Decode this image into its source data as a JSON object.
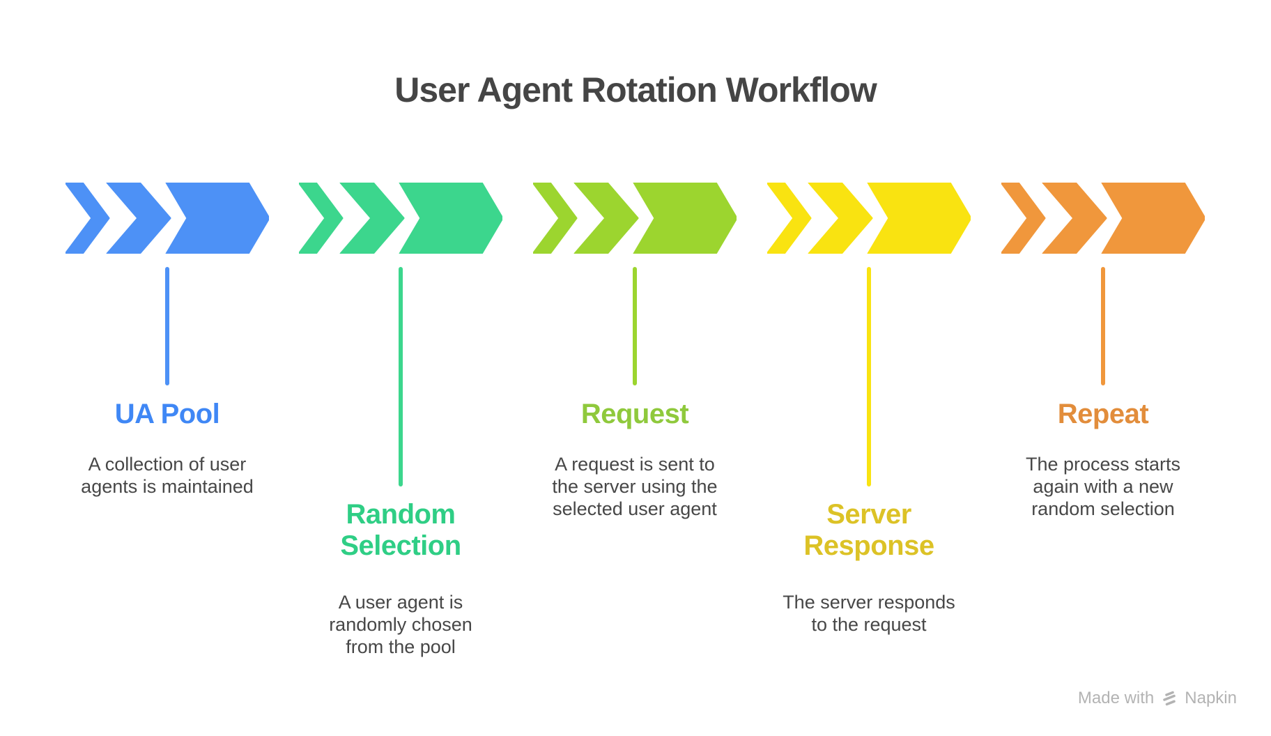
{
  "title": "User Agent Rotation Workflow",
  "stages": [
    {
      "title": "UA Pool",
      "description": "A collection of user\nagents is maintained",
      "arrow_color": "#4D91F6",
      "title_color": "#3F87F5"
    },
    {
      "title": "Random\nSelection",
      "description": "A user agent is\nrandomly chosen\nfrom the pool",
      "arrow_color": "#3CD68D",
      "title_color": "#2FCE85"
    },
    {
      "title": "Request",
      "description": "A request is sent to\nthe server using the\nselected user agent",
      "arrow_color": "#9CD52F",
      "title_color": "#8FC93C"
    },
    {
      "title": "Server\nResponse",
      "description": "The server responds\nto the request",
      "arrow_color": "#F9E311",
      "title_color": "#DCC226"
    },
    {
      "title": "Repeat",
      "description": "The process starts\nagain with a new\nrandom selection",
      "arrow_color": "#F0973C",
      "title_color": "#E28D3B"
    }
  ],
  "colors": {
    "heading": "#454545",
    "body_text": "#474747",
    "watermark": "#B3B3B3",
    "background": "#FFFFFF"
  },
  "watermark": {
    "made_with": "Made with",
    "brand": "Napkin",
    "logo_icon": "napkin-logo"
  }
}
